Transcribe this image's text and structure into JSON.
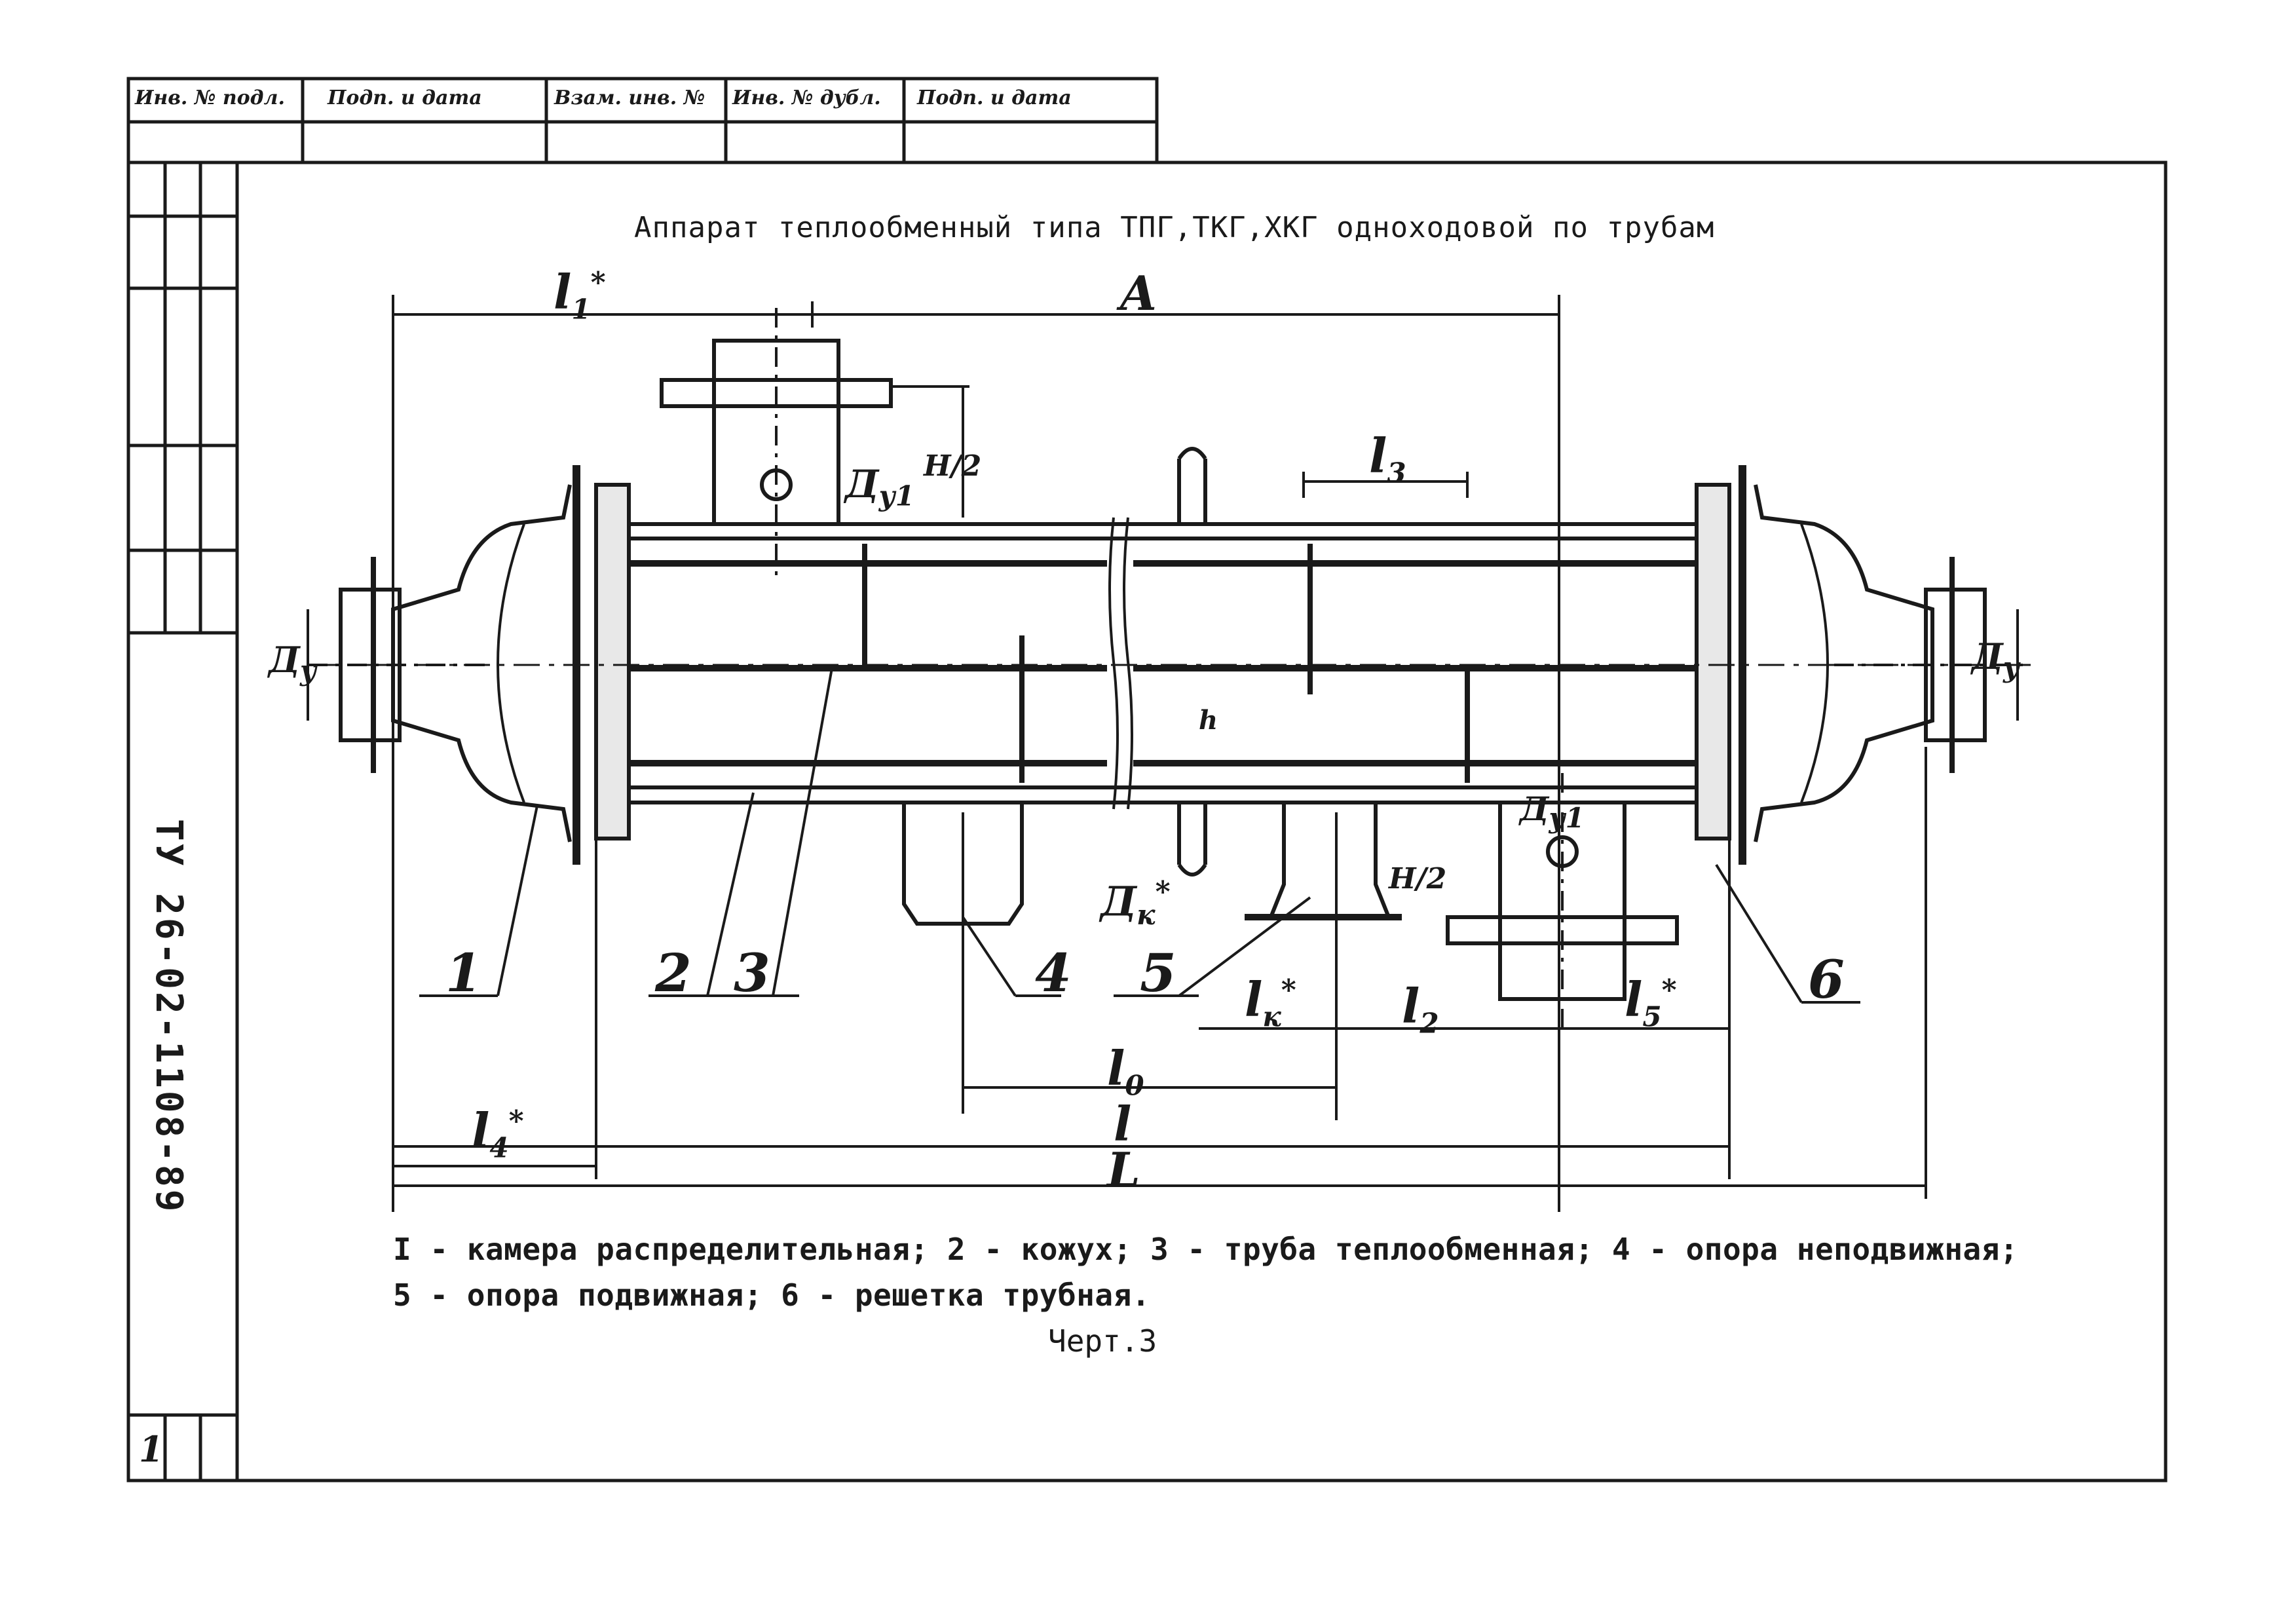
{
  "header_cells": [
    "Инв. № подл.",
    "Подп. и дата",
    "Взам. инв. №",
    "Инв. № дубл.",
    "Подп. и дата"
  ],
  "title": "Аппарат теплообменный типа ТПГ,ТКГ,ХКГ одноходовой по трубам",
  "doc_code": "ТУ 26-02-1108-89",
  "sheet_number": "1",
  "dimensions": {
    "A": "A",
    "l1": "l",
    "l1_sub": "1",
    "l3": "l",
    "l3_sub": "3",
    "Dy1_top": "Д",
    "Dy1_top_sub": "у1",
    "H2_top": "H/2",
    "Dy_left": "Д",
    "Dy_left_sub": "у",
    "Dy_right": "Д",
    "Dy_right_sub": "у",
    "Dk": "Д",
    "Dk_sub": "к",
    "Dy1_bottom": "Д",
    "Dy1_bottom_sub": "у1",
    "H2_bottom": "H/2",
    "lk": "l",
    "lk_sub": "к",
    "l2": "l",
    "l2_sub": "2",
    "l5": "l",
    "l5_sub": "5",
    "l0": "l",
    "l0_sub": "0",
    "l": "l",
    "l4": "l",
    "l4_sub": "4",
    "L": "L",
    "star": "*",
    "h": "h"
  },
  "callouts": [
    "1",
    "2",
    "3",
    "4",
    "5",
    "6"
  ],
  "legend": {
    "line1": "I - камера распределительная; 2 - кожух; 3 - труба теплообменная; 4 - опора неподвижная;",
    "line2": "5 - опора подвижная; 6 - решетка трубная."
  },
  "caption": "Черт.3",
  "colors": {
    "ink": "#1a1a1a",
    "paper": "#ffffff"
  }
}
